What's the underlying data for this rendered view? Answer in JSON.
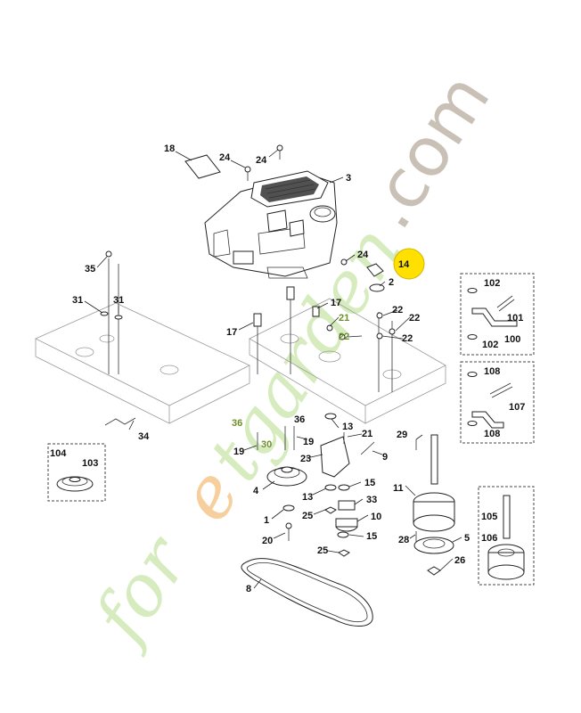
{
  "watermark": {
    "part1": "for",
    "part2": "e",
    "part3": "tgarden",
    "part4": ".com"
  },
  "highlight_color": "#ffe000",
  "callouts": {
    "c18": "18",
    "c24a": "24",
    "c24b": "24",
    "c3": "3",
    "c24c": "24",
    "c14": "14",
    "c2": "2",
    "c35": "35",
    "c31a": "31",
    "c31b": "31",
    "c17a": "17",
    "c17b": "17",
    "c21a": "21",
    "c22a": "22",
    "c22b": "22",
    "c22c": "22",
    "c22d": "22",
    "c102a": "102",
    "c101": "101",
    "c100": "100",
    "c102b": "102",
    "c108a": "108",
    "c107": "107",
    "c108b": "108",
    "c36a": "36",
    "c36b": "36",
    "c13a": "13",
    "c21b": "21",
    "c29": "29",
    "c19a": "19",
    "c30": "30",
    "c19b": "19",
    "c23": "23",
    "c9": "9",
    "c34": "34",
    "c104": "104",
    "c103": "103",
    "c4": "4",
    "c13b": "13",
    "c15a": "15",
    "c11": "11",
    "c33": "33",
    "c1": "1",
    "c25a": "25",
    "c10": "10",
    "c20": "20",
    "c15b": "15",
    "c28": "28",
    "c5": "5",
    "c105": "105",
    "c106": "106",
    "c25b": "25",
    "c26": "26",
    "c8": "8"
  }
}
